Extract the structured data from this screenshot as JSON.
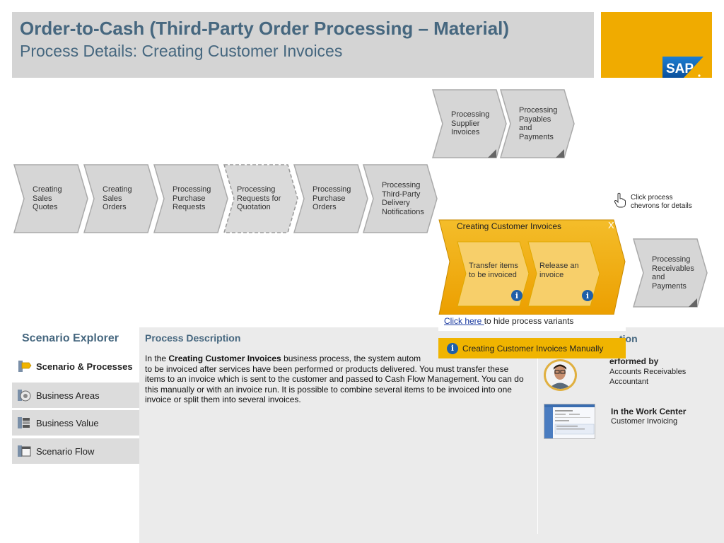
{
  "header": {
    "title": "Order-to-Cash (Third-Party Order Processing – Material)",
    "subtitle": "Process Details: Creating Customer Invoices",
    "logo_text": "SAP"
  },
  "colors": {
    "header_bg": "#d4d4d4",
    "title": "#46677f",
    "brand_gold": "#f0ab00",
    "chevron_fill": "#d6d6d6",
    "popup_fill": "#f0b400"
  },
  "process_row_top": [
    {
      "label_lines": [
        "Processing",
        "Supplier",
        "Invoices"
      ]
    },
    {
      "label_lines": [
        "Processing",
        "Payables",
        "and",
        "Payments"
      ]
    }
  ],
  "process_row_main": [
    {
      "label_lines": [
        "Creating",
        "Sales",
        "Quotes"
      ]
    },
    {
      "label_lines": [
        "Creating",
        "Sales",
        "Orders"
      ]
    },
    {
      "label_lines": [
        "Processing",
        "Purchase",
        "Requests"
      ]
    },
    {
      "label_lines": [
        "Processing",
        "Requests for",
        "Quotation"
      ],
      "optional": true
    },
    {
      "label_lines": [
        "Processing",
        "Purchase",
        "Orders"
      ]
    },
    {
      "label_lines": [
        "Processing",
        "Third-Party",
        "Delivery",
        "Notifications"
      ]
    }
  ],
  "process_row_bottom": [
    {
      "label_lines": [
        "Processing",
        "Receivables",
        "and",
        "Payments"
      ]
    }
  ],
  "hint": {
    "icon": "hand-pointer-icon",
    "text_lines": [
      "Click process",
      "chevrons for details"
    ]
  },
  "popup": {
    "title": "Creating Customer Invoices",
    "close_label": "X",
    "steps": [
      {
        "label_lines": [
          "Transfer items",
          "to be invoiced"
        ],
        "info_icon": "i"
      },
      {
        "label_lines": [
          "Release an",
          "invoice"
        ],
        "info_icon": "i"
      }
    ],
    "link_text": "Click here ",
    "link_suffix": "to hide process variants",
    "variant_icon": "i",
    "variant_label": "Creating Customer Invoices Manually"
  },
  "explorer": {
    "title": "Scenario Explorer",
    "items": [
      {
        "label": "Scenario & Processes",
        "icon": "scenario-processes-icon",
        "active": true
      },
      {
        "label": "Business Areas",
        "icon": "business-areas-icon",
        "active": false
      },
      {
        "label": "Business Value",
        "icon": "business-value-icon",
        "active": false
      },
      {
        "label": "Scenario Flow",
        "icon": "scenario-flow-icon",
        "active": false
      }
    ]
  },
  "description": {
    "title": "Process Description",
    "text_prefix": "In the ",
    "text_bold": "Creating Customer Invoices",
    "text_rest": " business process, the system automatically transfers items to be invoiced after services have been performed or products delivered. You must transfer these items to an invoice which is sent to the customer and passed to Cash Flow Management. You can do this manually or with an invoice run. It is possible to combine several items to be invoiced into one invoice or split them into several invoices.",
    "visible_text_prefix": "In the ",
    "visible_line1_rest": " business process, the system autom",
    "visible_remaining": "to be invoiced after services have been performed or products delivered. You must transfer these items to an invoice which is sent to the customer and passed to Cash Flow Management. You can do this manually or with an invoice run. It is possible to combine several items to be invoiced into one invoice or split them into several invoices."
  },
  "info_panel": {
    "title": "tion",
    "performed_by_label": "erformed by",
    "performed_by_value_lines": [
      "Accounts Receivables",
      "Accountant"
    ],
    "work_center_label": "In the Work Center",
    "work_center_value": "Customer Invoicing"
  }
}
